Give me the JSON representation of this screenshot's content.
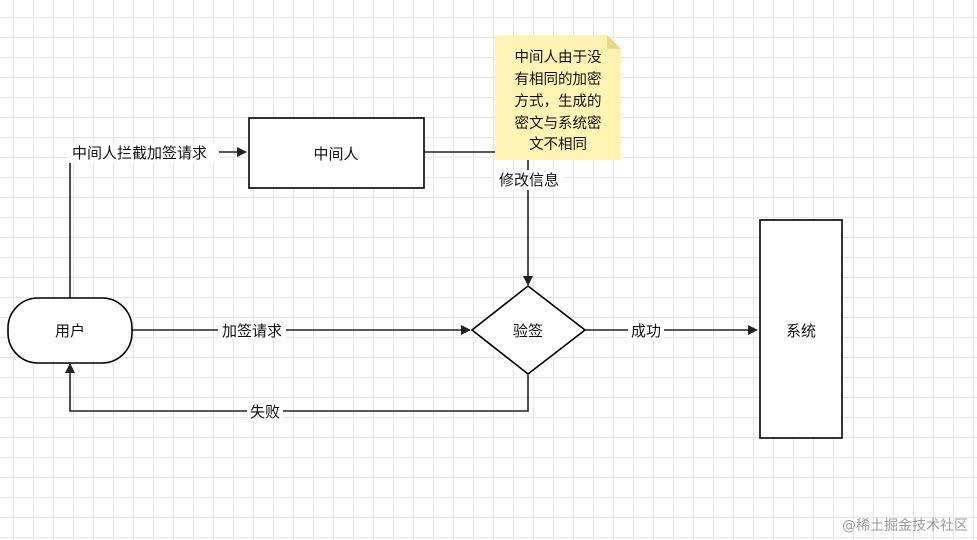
{
  "nodes": {
    "user": "用户",
    "middleman": "中间人",
    "verify": "验签",
    "system": "系统"
  },
  "edges": {
    "intercept": "中间人拦截加签请求",
    "sign_request": "加签请求",
    "modify": "修改信息",
    "success": "成功",
    "failure": "失败"
  },
  "note": {
    "lines": [
      "中间人由于没",
      "有相同的加密",
      "方式，生成的",
      "密文与系统密",
      "文不相同"
    ],
    "color": "#fff4b3"
  },
  "watermark": "@稀土掘金技术社区"
}
